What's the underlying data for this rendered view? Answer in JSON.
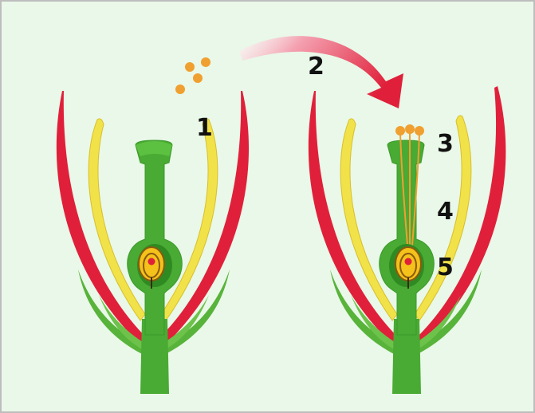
{
  "labels": {
    "step_1": "1",
    "step_2": "2",
    "step_3": "3",
    "step_4": "4",
    "step_5": "5"
  },
  "colors": {
    "background": "#e9f8e8",
    "frame": "#bdbdbd",
    "petal": "#e0203a",
    "stamen": "#f2e24a",
    "stamen_edge": "#d8bf2a",
    "sepal": "#58b33a",
    "pistil": "#49aa34",
    "pistil_dark": "#2f8a22",
    "pollen": "#f0a030",
    "ovule": "#f4c21a",
    "egg": "#e0203a",
    "arrow": "#e0203a"
  },
  "icons": {
    "pollen_grains": "pollen-grain-icon",
    "transfer_arrow": "curved-arrow-icon"
  }
}
